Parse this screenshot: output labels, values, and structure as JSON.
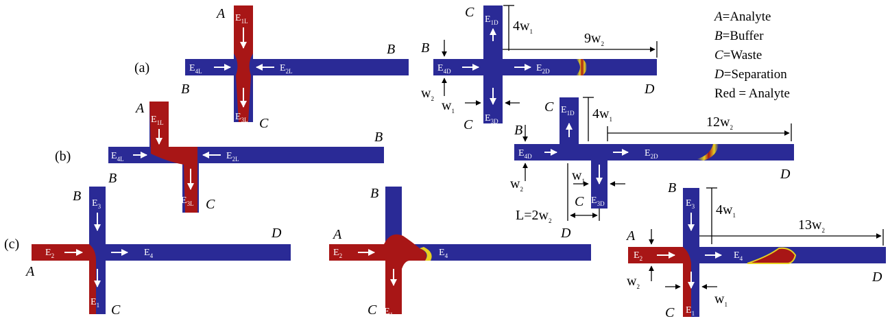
{
  "colors": {
    "channel": "#2a2a96",
    "analyte": "#a81616",
    "arrow": "#ffffff",
    "dim": "#000000"
  },
  "legend": [
    {
      "sym": "A",
      "text": "=Analyte"
    },
    {
      "sym": "B",
      "text": "=Buffer"
    },
    {
      "sym": "C",
      "text": "=Waste"
    },
    {
      "sym": "D",
      "text": "=Separation"
    },
    {
      "sym": "",
      "text": "Red  =  Analyte"
    }
  ],
  "panels": {
    "a": "(a)",
    "b": "(b)",
    "c": "(c)"
  },
  "ports": {
    "A": "A",
    "B": "B",
    "C": "C",
    "D": "D"
  },
  "field_labels": {
    "E1L": [
      "E",
      "1L"
    ],
    "E2L": [
      "E",
      "2L"
    ],
    "E3L": [
      "E",
      "3L"
    ],
    "E4L": [
      "E",
      "4L"
    ],
    "E1D": [
      "E",
      "1D"
    ],
    "E2D": [
      "E",
      "2D"
    ],
    "E3D": [
      "E",
      "3D"
    ],
    "E4D": [
      "E",
      "4D"
    ],
    "E1": [
      "E",
      "1"
    ],
    "E2": [
      "E",
      "2"
    ],
    "E3": [
      "E",
      "3"
    ],
    "E4": [
      "E",
      "4"
    ]
  },
  "dimensions": {
    "a_d_top": [
      "4w",
      "1"
    ],
    "a_d_len": [
      "9w",
      "2"
    ],
    "a_d_w2": [
      "w",
      "2"
    ],
    "a_d_w1": [
      "w",
      "1"
    ],
    "b_d_top": [
      "4w",
      "1"
    ],
    "b_d_len": [
      "12w",
      "2"
    ],
    "b_d_w2": [
      "w",
      "2"
    ],
    "b_d_w1": [
      "w",
      "1"
    ],
    "b_d_L": [
      "L=2w",
      "2"
    ],
    "c_3_top": [
      "4w",
      "1"
    ],
    "c_3_len": [
      "13w",
      "2"
    ],
    "c_3_w2": [
      "w",
      "2"
    ],
    "c_3_w1": [
      "w",
      "1"
    ]
  }
}
